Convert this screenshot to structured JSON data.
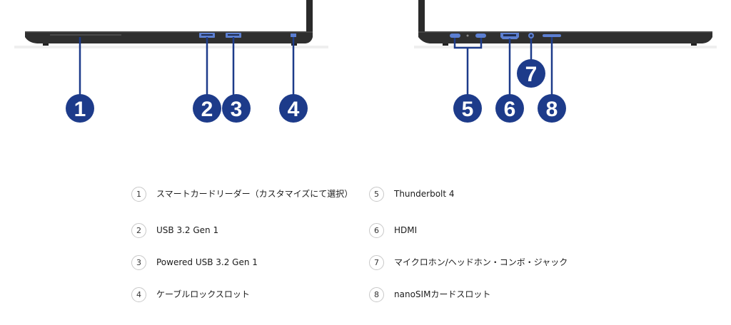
{
  "colors": {
    "callout_blue": "#1d3b8a",
    "laptop_body": "#2a2a2a",
    "laptop_edge": "#3a3a3a",
    "port_blue": "#5c7fd1",
    "ground_shadow": "#e8e8e8"
  },
  "callouts": [
    {
      "number": "1"
    },
    {
      "number": "2"
    },
    {
      "number": "3"
    },
    {
      "number": "4"
    },
    {
      "number": "5"
    },
    {
      "number": "6"
    },
    {
      "number": "7"
    },
    {
      "number": "8"
    }
  ],
  "legend": [
    {
      "number": "1",
      "label": "スマートカードリーダー（カスタマイズにて選択）"
    },
    {
      "number": "2",
      "label": "USB 3.2 Gen 1"
    },
    {
      "number": "3",
      "label": "Powered USB 3.2 Gen 1"
    },
    {
      "number": "4",
      "label": "ケーブルロックスロット"
    },
    {
      "number": "5",
      "label": "Thunderbolt 4"
    },
    {
      "number": "6",
      "label": "HDMI"
    },
    {
      "number": "7",
      "label": "マイクロホン/ヘッドホン・コンボ・ジャック"
    },
    {
      "number": "8",
      "label": "nanoSIMカードスロット"
    }
  ]
}
